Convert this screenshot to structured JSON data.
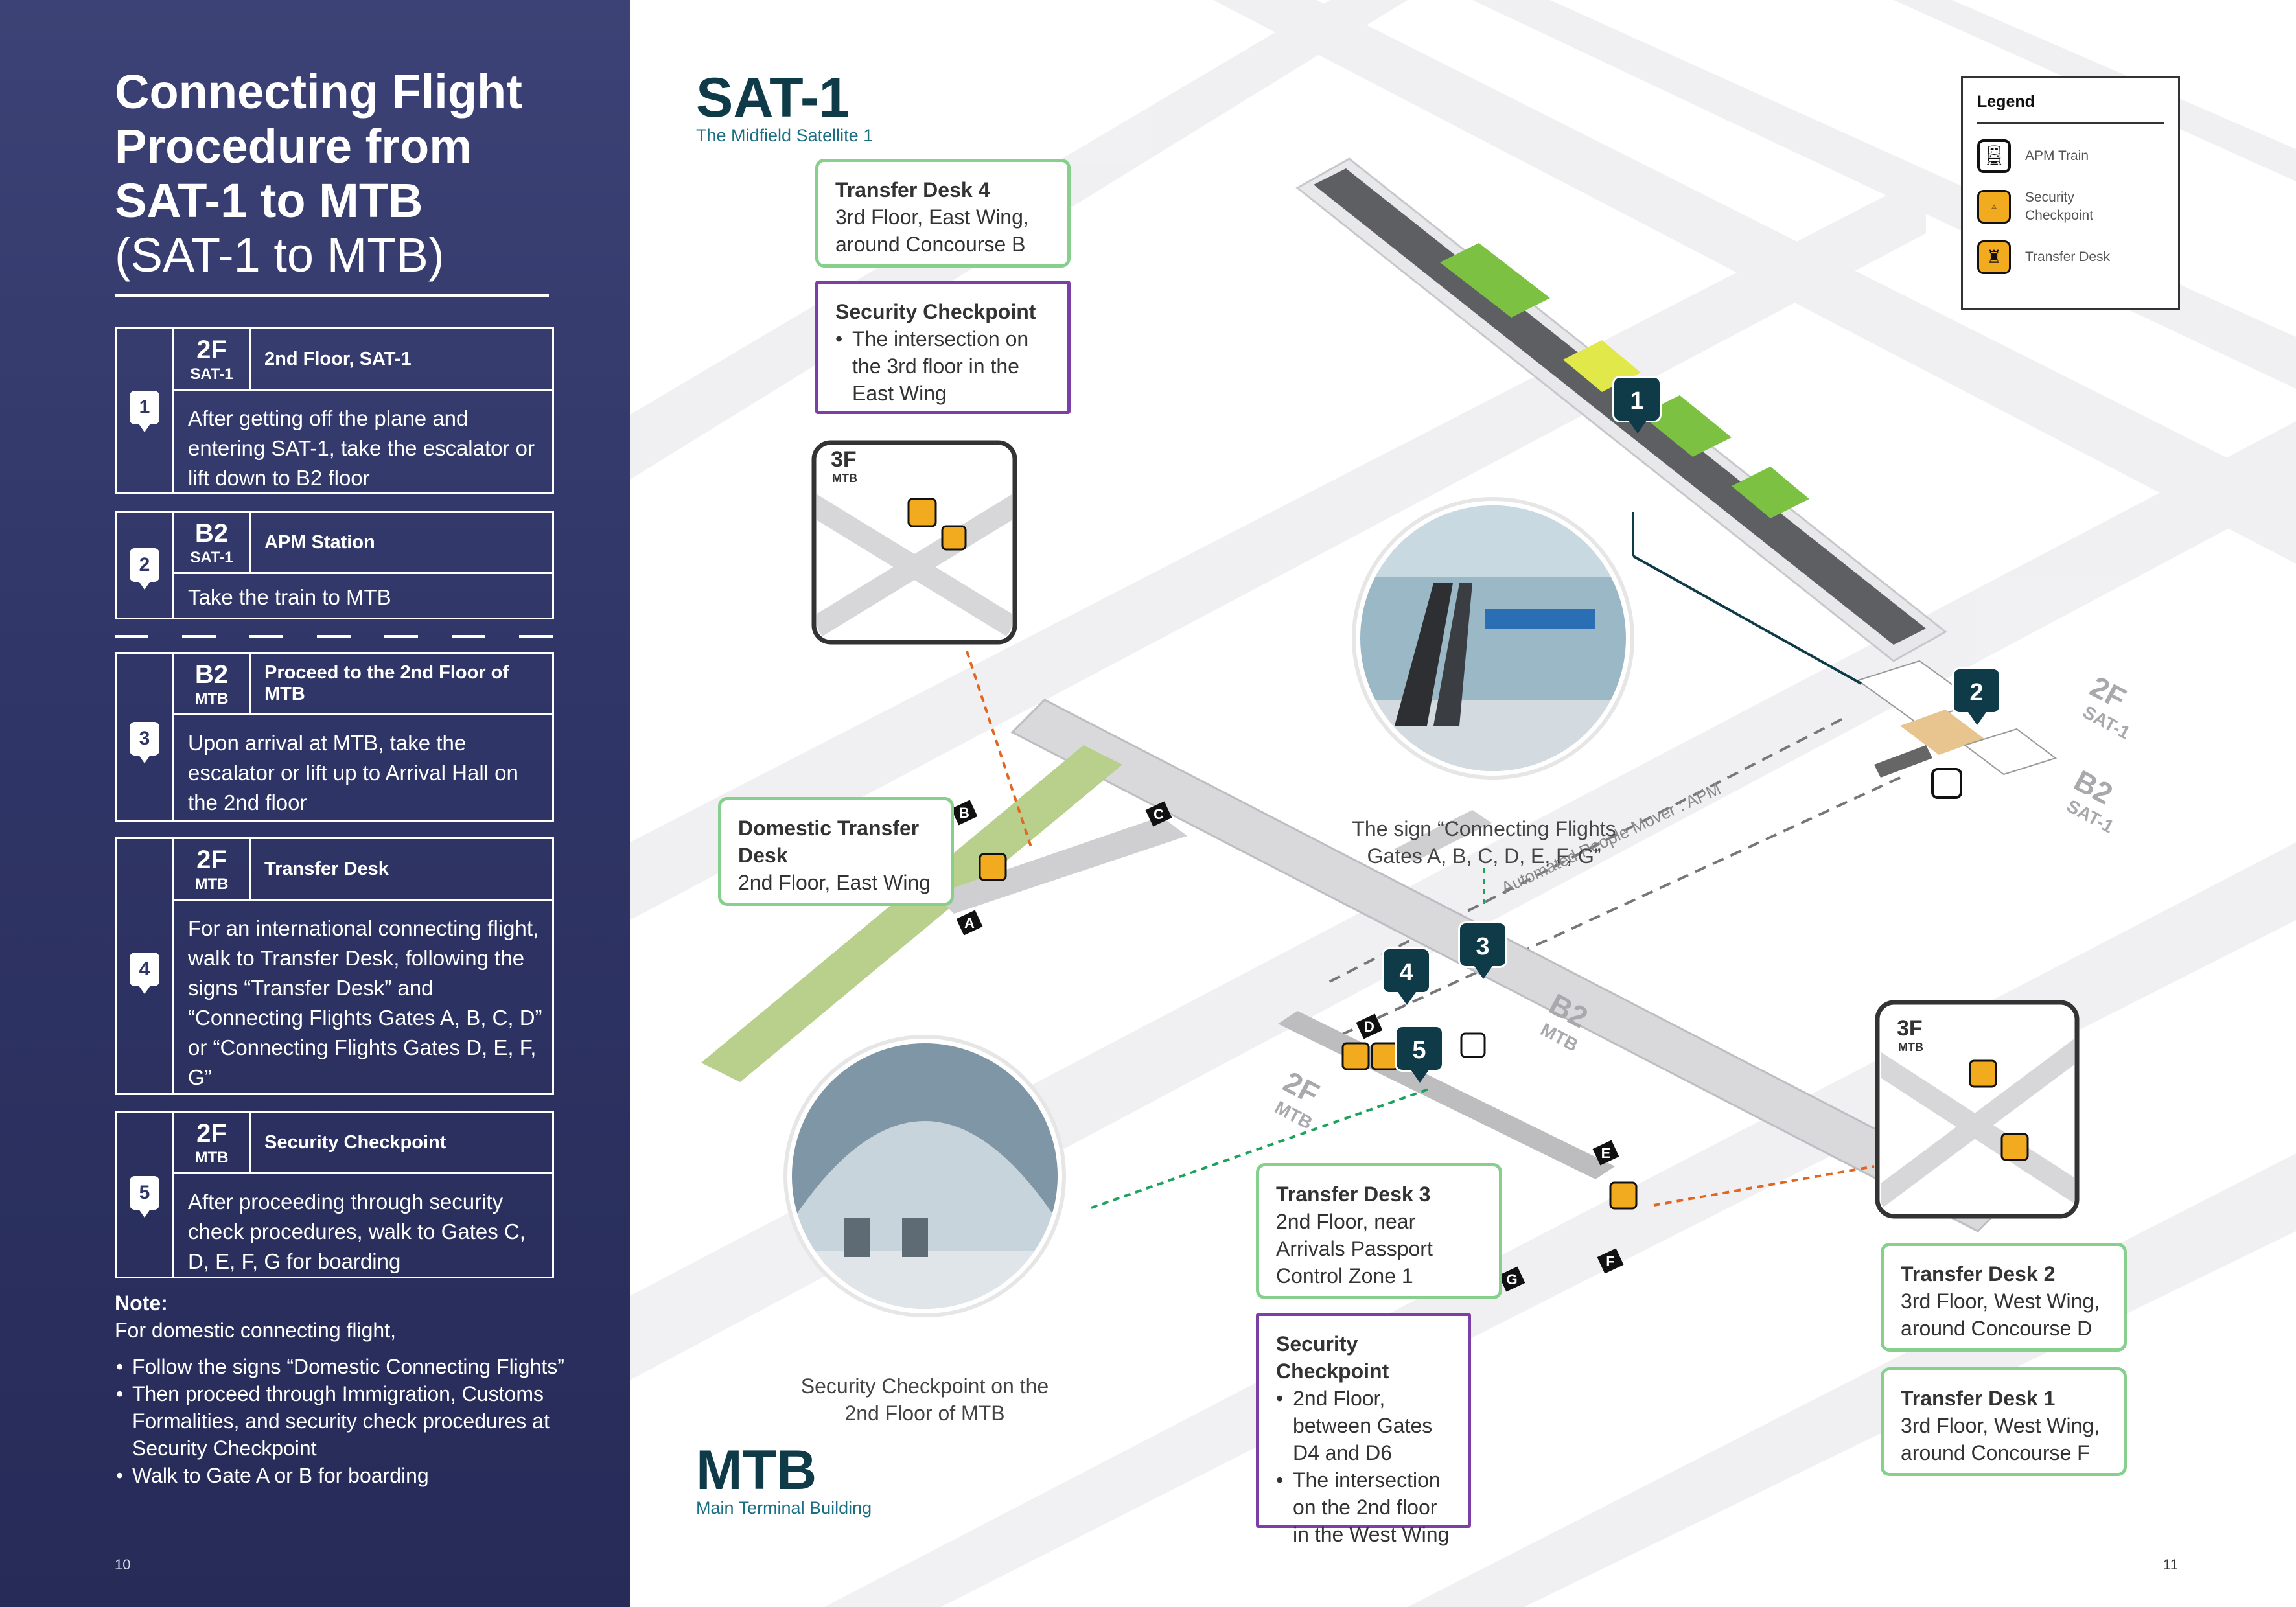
{
  "left": {
    "title_line1": "Connecting Flight",
    "title_line2": "Procedure from",
    "title_line3": "SAT-1 to MTB",
    "title_sub": "(SAT-1 to MTB)",
    "steps": [
      {
        "num": "1",
        "floor": "2F",
        "bldg": "SAT-1",
        "heading": "2nd Floor, SAT-1",
        "body": "After getting off the plane and entering SAT-1, take the escalator or lift down to B2 floor"
      },
      {
        "num": "2",
        "floor": "B2",
        "bldg": "SAT-1",
        "heading": "APM Station",
        "body": "Take the train to MTB"
      },
      {
        "num": "3",
        "floor": "B2",
        "bldg": "MTB",
        "heading": "Proceed to the 2nd Floor of MTB",
        "body": "Upon arrival at MTB, take the escalator or lift up to Arrival Hall on the 2nd floor"
      },
      {
        "num": "4",
        "floor": "2F",
        "bldg": "MTB",
        "heading": "Transfer Desk",
        "body": "For an international connecting flight, walk to Transfer Desk, following the signs “Transfer Desk” and “Connecting Flights Gates A, B, C, D” or “Connecting Flights Gates D, E, F, G”"
      },
      {
        "num": "5",
        "floor": "2F",
        "bldg": "MTB",
        "heading": "Security Checkpoint",
        "body": "After proceeding through security check procedures, walk to Gates C, D, E, F, G for boarding"
      }
    ],
    "note_title": "Note:",
    "note_intro": "For domestic connecting flight,",
    "note_items": [
      "Follow the signs “Domestic Connecting Flights”",
      "Then proceed through Immigration, Customs Formalities, and security check procedures at Security Checkpoint",
      "Walk to Gate A or B for boarding"
    ],
    "page_number": "10"
  },
  "map": {
    "sat1_code": "SAT-1",
    "sat1_name": "The Midfield Satellite 1",
    "mtb_code": "MTB",
    "mtb_name": "Main Terminal Building",
    "legend": {
      "title": "Legend",
      "apm_train": "APM Train",
      "security_checkpoint": "Security Checkpoint",
      "transfer_desk": "Transfer Desk"
    },
    "callouts": {
      "td4_title": "Transfer Desk 4",
      "td4_body": "3rd Floor, East Wing, around Concourse B",
      "sec_top_title": "Security Checkpoint",
      "sec_top_item": "The intersection on the 3rd floor in the East Wing",
      "domestic_title": "Domestic Transfer Desk",
      "domestic_body": "2nd Floor, East Wing",
      "td3_title": "Transfer Desk 3",
      "td3_body": "2nd Floor, near Arrivals Passport Control Zone 1",
      "sec_bottom_title": "Security Checkpoint",
      "sec_bottom_items": [
        "2nd Floor, between Gates D4 and D6",
        "The intersection on the 2nd floor in the West Wing"
      ],
      "td2_title": "Transfer Desk 2",
      "td2_body": "3rd Floor, West Wing, around Concourse D",
      "td1_title": "Transfer Desk 1",
      "td1_body": "3rd Floor, West Wing, around Concourse F"
    },
    "captions": {
      "escalator_photo": "The sign “Connecting Flights Gates A, B, C, D, E, F, G”",
      "security_photo": "Security Checkpoint on the 2nd Floor of MTB"
    },
    "floor_tags": {
      "sat1_2f": "2F",
      "sat1_2f_bldg": "SAT-1",
      "sat1_b2": "B2",
      "sat1_b2_bldg": "SAT-1",
      "mtb_b2": "B2",
      "mtb_b2_bldg": "MTB",
      "mtb_2f": "2F",
      "mtb_2f_bldg": "MTB",
      "inset_left_floor": "3F",
      "inset_left_bldg": "MTB",
      "inset_right_floor": "3F",
      "inset_right_bldg": "MTB"
    },
    "apm_label": "Automated People Mover : APM",
    "markers": [
      "1",
      "2",
      "3",
      "4",
      "5"
    ],
    "concourse_letters": [
      "A",
      "B",
      "C",
      "D",
      "E",
      "F",
      "G"
    ],
    "page_number": "11",
    "colors": {
      "panel": "#2f3566",
      "marker": "#0f3a48",
      "callout_green": "#86cf8d",
      "callout_purple": "#7c3fa6",
      "security_orange": "#f2ab1e",
      "dashed_orange": "#e2661f",
      "dashed_green": "#1aa35a"
    }
  }
}
